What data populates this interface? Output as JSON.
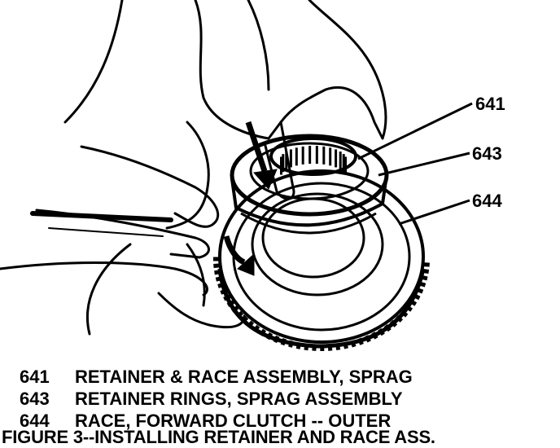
{
  "callouts": {
    "c641": "641",
    "c643": "643",
    "c644": "644"
  },
  "legend": [
    {
      "number": "641",
      "text": "RETAINER & RACE ASSEMBLY, SPRAG"
    },
    {
      "number": "643",
      "text": "RETAINER RINGS, SPRAG ASSEMBLY"
    },
    {
      "number": "644",
      "text": "RACE, FORWARD CLUTCH -- OUTER"
    }
  ],
  "caption": "FIGURE 3--INSTALLING RETAINER AND RACE ASS.",
  "colors": {
    "ink": "#000000",
    "paper": "#ffffff"
  }
}
